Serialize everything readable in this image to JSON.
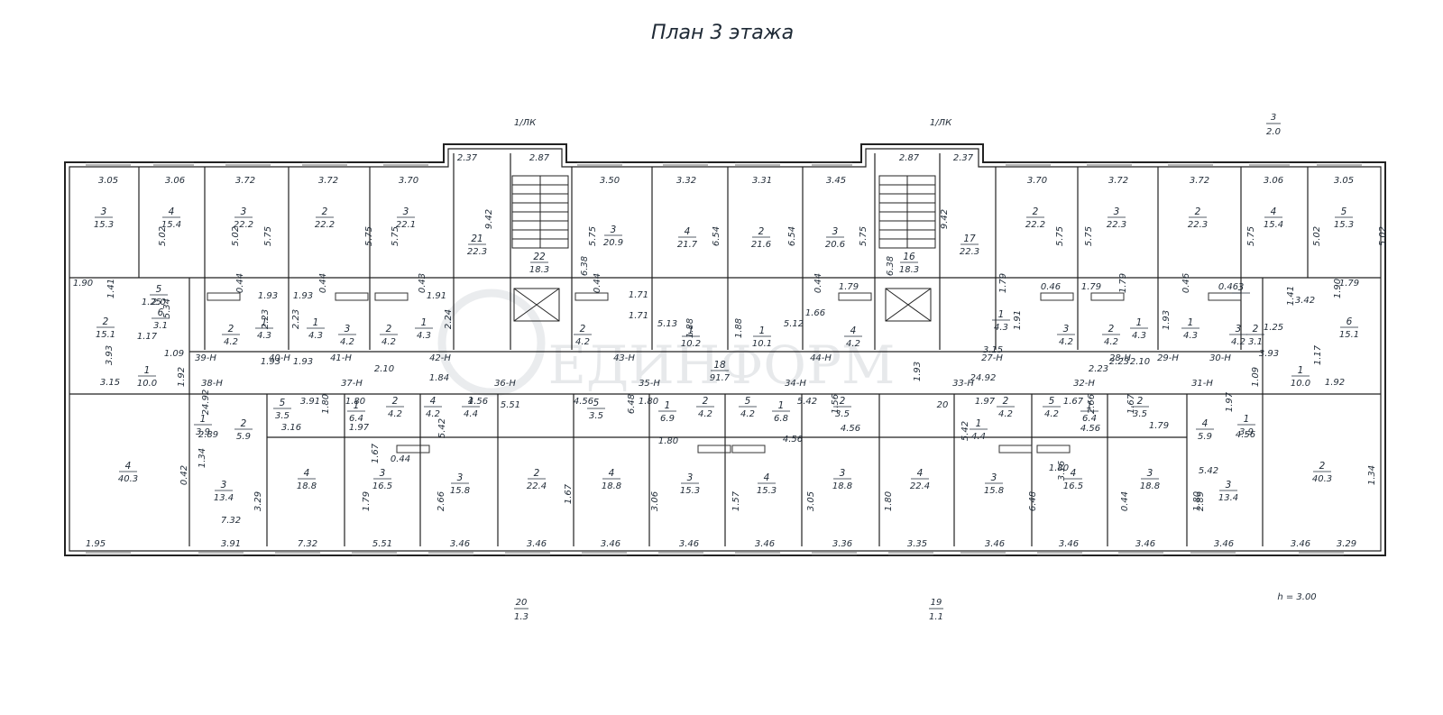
{
  "title": "План 3 этажа",
  "height_note": "h = 3.00",
  "watermark": "ЕДИНФОРМ",
  "stairs": [
    {
      "id": "left",
      "label": "1/ЛК"
    },
    {
      "id": "right",
      "label": "1/ЛК"
    }
  ],
  "axes": [
    {
      "id": "top-right",
      "num": "3",
      "sub": "2.0"
    },
    {
      "id": "bottom-left",
      "num": "20",
      "sub": "1.3"
    },
    {
      "id": "bottom-right",
      "num": "19",
      "sub": "1.1"
    }
  ],
  "rooms": [
    {
      "id": "r1",
      "num": "3",
      "area": "15.3"
    },
    {
      "id": "r2",
      "num": "4",
      "area": "15.4"
    },
    {
      "id": "r3",
      "num": "3",
      "area": "22.2"
    },
    {
      "id": "r4",
      "num": "2",
      "area": "22.2"
    },
    {
      "id": "r5",
      "num": "3",
      "area": "22.1"
    },
    {
      "id": "r6",
      "num": "21",
      "area": "22.3"
    },
    {
      "id": "r7",
      "num": "22",
      "area": "18.3"
    },
    {
      "id": "r8",
      "num": "3",
      "area": "20.9"
    },
    {
      "id": "r9",
      "num": "4",
      "area": "21.7"
    },
    {
      "id": "r10",
      "num": "2",
      "area": "21.6"
    },
    {
      "id": "r11",
      "num": "3",
      "area": "20.6"
    },
    {
      "id": "r12",
      "num": "16",
      "area": "18.3"
    },
    {
      "id": "r13",
      "num": "17",
      "area": "22.3"
    },
    {
      "id": "r14",
      "num": "2",
      "area": "22.2"
    },
    {
      "id": "r15",
      "num": "3",
      "area": "22.3"
    },
    {
      "id": "r16",
      "num": "2",
      "area": "22.3"
    },
    {
      "id": "r17",
      "num": "4",
      "area": "15.4"
    },
    {
      "id": "r18",
      "num": "5",
      "area": "15.3"
    },
    {
      "id": "r19",
      "num": "2",
      "area": "15.1"
    },
    {
      "id": "r20",
      "num": "5",
      "area": "2.0"
    },
    {
      "id": "r21",
      "num": "6",
      "area": "3.1"
    },
    {
      "id": "r22",
      "num": "2",
      "area": "4.2"
    },
    {
      "id": "r23",
      "num": "1",
      "area": "4.3"
    },
    {
      "id": "r24",
      "num": "1",
      "area": "4.3"
    },
    {
      "id": "r25",
      "num": "3",
      "area": "4.2"
    },
    {
      "id": "r26",
      "num": "2",
      "area": "4.2"
    },
    {
      "id": "r27",
      "num": "1",
      "area": "4.3"
    },
    {
      "id": "r28",
      "num": "1",
      "area": "10.0"
    },
    {
      "id": "r29",
      "num": "2",
      "area": "4.2"
    },
    {
      "id": "r30",
      "num": "1",
      "area": "10.2"
    },
    {
      "id": "r31",
      "num": "1",
      "area": "10.1"
    },
    {
      "id": "r32",
      "num": "4",
      "area": "4.2"
    },
    {
      "id": "r33",
      "num": "18",
      "area": "91.7"
    },
    {
      "id": "r34",
      "num": "1",
      "area": "4.3"
    },
    {
      "id": "r35",
      "num": "3",
      "area": "4.2"
    },
    {
      "id": "r36",
      "num": "2",
      "area": "4.2"
    },
    {
      "id": "r37",
      "num": "1",
      "area": "4.3"
    },
    {
      "id": "r38",
      "num": "1",
      "area": "4.3"
    },
    {
      "id": "r39",
      "num": "3",
      "area": "4.2"
    },
    {
      "id": "r40",
      "num": "3",
      "area": ""
    },
    {
      "id": "r41",
      "num": "2",
      "area": "3.1"
    },
    {
      "id": "r42",
      "num": "6",
      "area": "15.1"
    },
    {
      "id": "r43",
      "num": "1",
      "area": "10.0"
    },
    {
      "id": "r44",
      "num": "4",
      "area": "40.3"
    },
    {
      "id": "r45",
      "num": "2",
      "area": "5.9"
    },
    {
      "id": "r46",
      "num": "1",
      "area": "3.9"
    },
    {
      "id": "r47",
      "num": "3",
      "area": "13.4"
    },
    {
      "id": "r48",
      "num": "5",
      "area": "3.5"
    },
    {
      "id": "r49",
      "num": "1",
      "area": "6.4"
    },
    {
      "id": "r50",
      "num": "2",
      "area": "4.2"
    },
    {
      "id": "r51",
      "num": "4",
      "area": "4.2"
    },
    {
      "id": "r52",
      "num": "1",
      "area": "4.4"
    },
    {
      "id": "r53",
      "num": "4",
      "area": "18.8"
    },
    {
      "id": "r54",
      "num": "3",
      "area": "16.5"
    },
    {
      "id": "r55",
      "num": "3",
      "area": "15.8"
    },
    {
      "id": "r56",
      "num": "2",
      "area": "22.4"
    },
    {
      "id": "r57",
      "num": "5",
      "area": "3.5"
    },
    {
      "id": "r58",
      "num": "1",
      "area": "6.9"
    },
    {
      "id": "r59",
      "num": "2",
      "area": "4.2"
    },
    {
      "id": "r60",
      "num": "4",
      "area": "18.8"
    },
    {
      "id": "r61",
      "num": "3",
      "area": "15.3"
    },
    {
      "id": "r62",
      "num": "5",
      "area": "4.2"
    },
    {
      "id": "r63",
      "num": "1",
      "area": "6.8"
    },
    {
      "id": "r64",
      "num": "2",
      "area": "3.5"
    },
    {
      "id": "r65",
      "num": "4",
      "area": "15.3"
    },
    {
      "id": "r66",
      "num": "3",
      "area": "18.8"
    },
    {
      "id": "r67",
      "num": "4",
      "area": "22.4"
    },
    {
      "id": "r68",
      "num": "2",
      "area": "4.2"
    },
    {
      "id": "r69",
      "num": "1",
      "area": "4.4"
    },
    {
      "id": "r70",
      "num": "3",
      "area": "15.8"
    },
    {
      "id": "r71",
      "num": "5",
      "area": "4.2"
    },
    {
      "id": "r72",
      "num": "1",
      "area": "6.4"
    },
    {
      "id": "r73",
      "num": "2",
      "area": "3.5"
    },
    {
      "id": "r74",
      "num": "4",
      "area": "16.5"
    },
    {
      "id": "r75",
      "num": "3",
      "area": "18.8"
    },
    {
      "id": "r76",
      "num": "4",
      "area": "5.9"
    },
    {
      "id": "r77",
      "num": "1",
      "area": "3.9"
    },
    {
      "id": "r78",
      "num": "3",
      "area": "13.4"
    },
    {
      "id": "r79",
      "num": "2",
      "area": "40.3"
    }
  ],
  "corridor_labels": [
    "39-Н",
    "40-Н",
    "41-Н",
    "42-Н",
    "43-Н",
    "44-Н",
    "27-Н",
    "28-Н",
    "29-Н",
    "30-Н",
    "38-Н",
    "37-Н",
    "36-Н",
    "35-Н",
    "34-Н",
    "33-Н",
    "32-Н",
    "31-Н"
  ],
  "dimensions": [
    "3.05",
    "3.06",
    "3.72",
    "3.72",
    "3.70",
    "2.37",
    "2.87",
    "3.50",
    "3.32",
    "3.31",
    "3.45",
    "2.87",
    "2.37",
    "3.70",
    "3.72",
    "3.72",
    "3.06",
    "3.05",
    "5.02",
    "5.02",
    "5.75",
    "5.75",
    "5.75",
    "9.42",
    "6.38",
    "5.75",
    "6.54",
    "6.54",
    "5.75",
    "6.38",
    "9.42",
    "5.75",
    "5.75",
    "5.75",
    "5.02",
    "5.02",
    "1.90",
    "1.41",
    "1.25",
    "5.34",
    "0.44",
    "1.93",
    "1.93",
    "2.23",
    "0.44",
    "0.43",
    "1.91",
    "2.24",
    "2.23",
    "1.93",
    "1.93",
    "2.10",
    "3.93",
    "1.17",
    "1.09",
    "1.92",
    "3.15",
    "0.44",
    "1.71",
    "1.71",
    "5.13",
    "1.88",
    "1.88",
    "5.12",
    "0.44",
    "1.66",
    "1.79",
    "1.79",
    "0.46",
    "1.79",
    "1.79",
    "0.46",
    "0.46",
    "1.79",
    "1.90",
    "1.41",
    "3.42",
    "1.25",
    "1.17",
    "3.93",
    "1.09",
    "1.92",
    "3.15",
    "1.91",
    "2.23",
    "2.10",
    "1.93",
    "2.23",
    "1.93",
    "1.84",
    "24.92",
    "24.92",
    "2.89",
    "1.34",
    "0.42",
    "7.32",
    "3.29",
    "3.91",
    "1.80",
    "1.80",
    "3.16",
    "1.97",
    "1.67",
    "0.44",
    "1.79",
    "5.42",
    "4.56",
    "2.66",
    "1.67",
    "4.56",
    "6.48",
    "1.80",
    "1.80",
    "3.06",
    "1.57",
    "5.42",
    "4.56",
    "3.05",
    "1.56",
    "4.56",
    "1.80",
    "1.97",
    "5.42",
    "6.48",
    "1.67",
    "2.66",
    "4.56",
    "3.16",
    "1.80",
    "1.67",
    "1.79",
    "0.44",
    "1.80",
    "1.97",
    "4.56",
    "5.42",
    "2.89",
    "1.34",
    "1.95",
    "3.91",
    "7.32",
    "5.51",
    "3.46",
    "3.46",
    "3.46",
    "3.46",
    "3.46",
    "3.36",
    "3.35",
    "3.46",
    "3.46",
    "3.46",
    "3.46",
    "3.46",
    "3.29",
    "5.51",
    "20",
    "19"
  ]
}
